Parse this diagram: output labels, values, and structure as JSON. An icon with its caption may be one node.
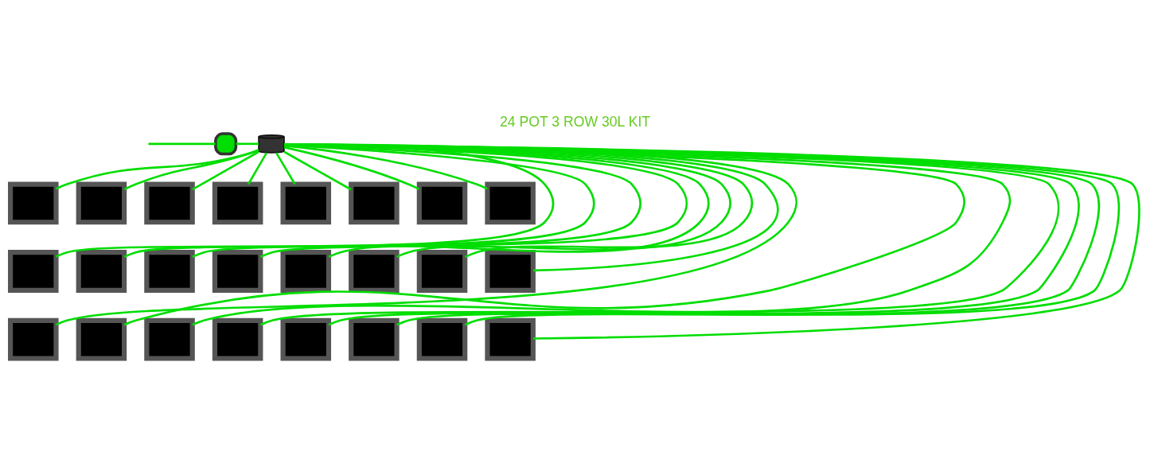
{
  "diagram": {
    "title": "24 POT 3 ROW 30L KIT",
    "nodes": [
      {
        "text": [],
        "shape": "box"
      },
      {
        "text": [],
        "shape": "box"
      },
      {
        "text": [],
        "shape": "box"
      },
      {
        "text": [],
        "shape": "box"
      },
      {
        "text": [],
        "shape": "box"
      },
      {
        "text": [],
        "shape": "box"
      },
      {
        "text": [],
        "shape": "box"
      },
      {
        "text": [],
        "shape": "box"
      },
      {
        "text": [],
        "shape": "box"
      },
      {
        "text": [],
        "shape": "box"
      },
      {
        "text": [],
        "shape": "box"
      },
      {
        "text": [],
        "shape": "box"
      },
      {
        "text": [],
        "shape": "box"
      },
      {
        "text": [],
        "shape": "box"
      },
      {
        "text": [],
        "shape": "box"
      },
      {
        "text": [],
        "shape": "box"
      },
      {
        "text": [],
        "shape": "cylinder"
      },
      {
        "text": [],
        "shape": "box"
      },
      {
        "text": [],
        "shape": "box"
      },
      {
        "text": [],
        "shape": "box"
      },
      {
        "text": [],
        "shape": "box"
      },
      {
        "text": [],
        "shape": "box"
      },
      {
        "text": [],
        "shape": "box"
      },
      {
        "text": [],
        "shape": "box"
      },
      {
        "text": [],
        "shape": "box"
      },
      {
        "text": [],
        "shape": "box"
      }
    ],
    "edges": [
      {
        "from": null,
        "to": 17,
        "arrow": "none"
      },
      {
        "from": 17,
        "to": 16,
        "arrow": "none"
      },
      {
        "from": 16,
        "to": 0,
        "arrow": "none"
      },
      {
        "from": 16,
        "to": 1,
        "arrow": "none"
      },
      {
        "from": 16,
        "to": 2,
        "arrow": "none"
      },
      {
        "from": 16,
        "to": 3,
        "arrow": "none"
      },
      {
        "from": 16,
        "to": 4,
        "arrow": "none"
      },
      {
        "from": 16,
        "to": 5,
        "arrow": "none"
      },
      {
        "from": 16,
        "to": 6,
        "arrow": "none"
      },
      {
        "from": 16,
        "to": 7,
        "arrow": "none"
      },
      {
        "from": 16,
        "to": 8,
        "arrow": "none"
      },
      {
        "from": 16,
        "to": 9,
        "arrow": "none"
      },
      {
        "from": 16,
        "to": 10,
        "arrow": "none"
      },
      {
        "from": 16,
        "to": 11,
        "arrow": "none"
      },
      {
        "from": 16,
        "to": 12,
        "arrow": "none"
      },
      {
        "from": 16,
        "to": 13,
        "arrow": "none"
      },
      {
        "from": 16,
        "to": 14,
        "arrow": "none"
      },
      {
        "from": 16,
        "to": 15,
        "arrow": "none"
      },
      {
        "from": 16,
        "to": 18,
        "arrow": "none"
      },
      {
        "from": 16,
        "to": 19,
        "arrow": "none"
      },
      {
        "from": 16,
        "to": 20,
        "arrow": "none"
      },
      {
        "from": 16,
        "to": 21,
        "arrow": "none"
      },
      {
        "from": 16,
        "to": 22,
        "arrow": "none"
      },
      {
        "from": 16,
        "to": 23,
        "arrow": "none"
      },
      {
        "from": 16,
        "to": 24,
        "arrow": "none"
      },
      {
        "from": 16,
        "to": 25,
        "arrow": "none"
      }
    ]
  }
}
